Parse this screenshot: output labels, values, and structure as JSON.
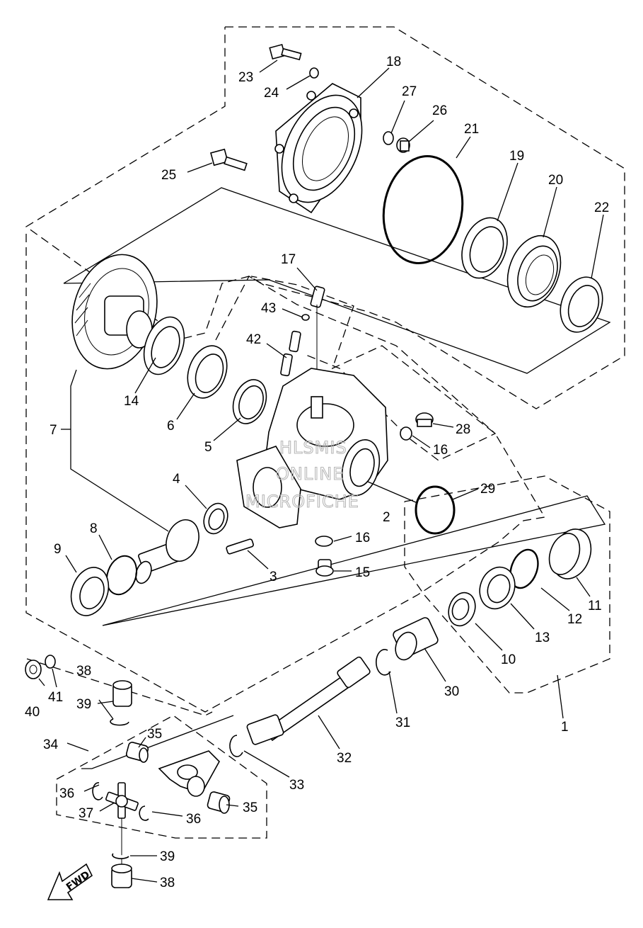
{
  "diagram": {
    "watermark": [
      "HLSMIS",
      "ONLINE",
      "MICROFICHE"
    ],
    "fwd_label": "FWD",
    "callouts": [
      "23",
      "24",
      "18",
      "27",
      "26",
      "21",
      "19",
      "20",
      "22",
      "25",
      "17",
      "43",
      "42",
      "14",
      "6",
      "5",
      "7",
      "28",
      "16",
      "29",
      "2",
      "4",
      "8",
      "9",
      "3",
      "16",
      "15",
      "11",
      "12",
      "13",
      "10",
      "30",
      "31",
      "40",
      "41",
      "38",
      "39",
      "35",
      "32",
      "33",
      "34",
      "36",
      "37",
      "36",
      "35",
      "1",
      "39",
      "38"
    ]
  }
}
